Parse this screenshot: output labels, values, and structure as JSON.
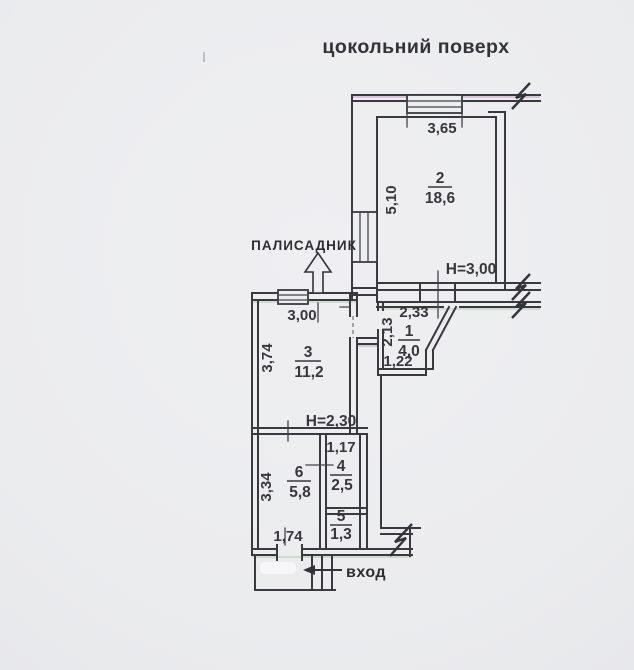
{
  "title": "цокольний поверх",
  "annotations": {
    "garden": "ПАЛИСАДНИК",
    "entrance": "вход"
  },
  "rooms": [
    {
      "number": "2",
      "area": "18,6",
      "height": "H=3,00",
      "dim_top": "3,65",
      "dim_left": "5,10"
    },
    {
      "number": "1",
      "area": "4,0",
      "dim_top": "2,33",
      "dim_left": "2,13",
      "dim_bottom": "1,22"
    },
    {
      "number": "3",
      "area": "11,2",
      "height": "H=2,30",
      "dim_top": "3,00",
      "dim_left": "3,74"
    },
    {
      "number": "4",
      "area": "2,5",
      "dim_top": "1,17"
    },
    {
      "number": "5",
      "area": "1,3"
    },
    {
      "number": "6",
      "area": "5,8",
      "dim_left": "3,34",
      "dim_bottom": "1,74"
    }
  ],
  "colors": {
    "paper": "#eceef0",
    "ink": "#3b3940",
    "text": "#38363c",
    "fringe_green": "#8fbf8f",
    "fringe_magenta": "#b070b0"
  }
}
